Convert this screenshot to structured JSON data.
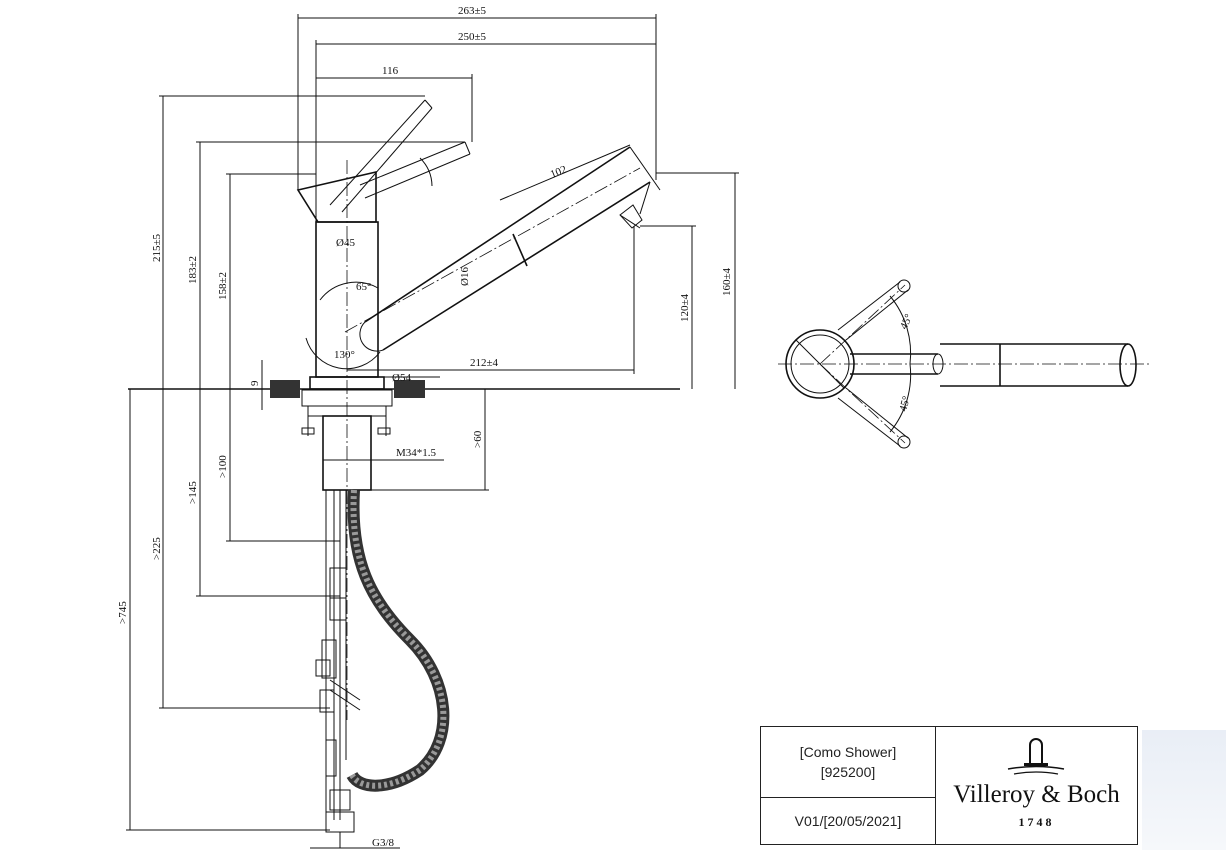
{
  "dimensions": {
    "overall_width": "263±5",
    "spout_width": "250±5",
    "lever_reach": "116",
    "handspray_length": "102",
    "body_diameter": "Ø45",
    "spout_diameter": "Ø16",
    "spout_angle": "65°",
    "swivel_angle": "130°",
    "spout_reach": "212±4",
    "base_diameter": "Ø54",
    "height_total": "215±5",
    "height_lever": "183±2",
    "height_body": "158±2",
    "height_outlet": "120±4",
    "height_spout": "160±4",
    "base_plate": "9",
    "deck_thread": "M34*1.5",
    "deck_thickness": ">60",
    "depth_100": ">100",
    "depth_145": ">145",
    "depth_225": ">225",
    "depth_745": ">745",
    "connection": "G3/8",
    "lever_angle_top": "45°",
    "lever_angle_bottom": "45°"
  },
  "title_block": {
    "product_name": "[Como Shower]",
    "product_code": "[925200]",
    "version": "V01/[20/05/2021]",
    "brand": "Villeroy & Boch",
    "year": "1748"
  },
  "icons": {
    "logo": "villeroy-boch-fountain-icon"
  }
}
